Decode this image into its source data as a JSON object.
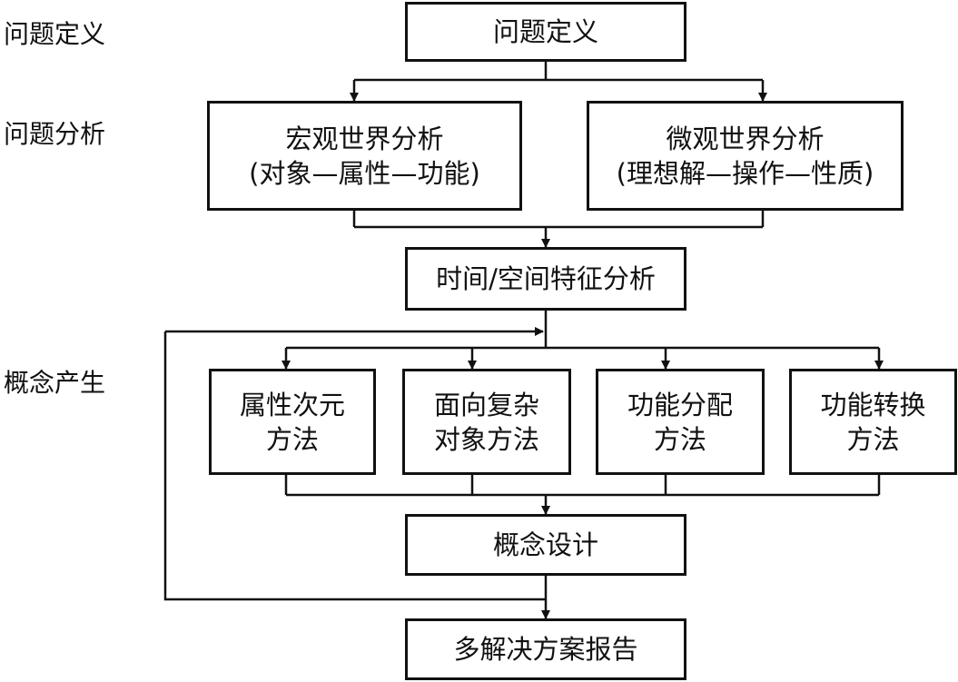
{
  "stages": {
    "definition": "问题定义",
    "analysis": "问题分析",
    "generation": "概念产生"
  },
  "boxes": {
    "problem_definition": "问题定义",
    "macro_analysis": {
      "line1": "宏观世界分析",
      "line2": "(对象—属性—功能)"
    },
    "micro_analysis": {
      "line1": "微观世界分析",
      "line2": "(理想解—操作—性质)"
    },
    "time_space_analysis": "时间/空间特征分析",
    "method_attribute": {
      "line1": "属性次元",
      "line2": "方法"
    },
    "method_complex_object": {
      "line1": "面向复杂",
      "line2": "对象方法"
    },
    "method_function_allocation": {
      "line1": "功能分配",
      "line2": "方法"
    },
    "method_function_conversion": {
      "line1": "功能转换",
      "line2": "方法"
    },
    "concept_design": "概念设计",
    "multi_solution_report": "多解决方案报告"
  }
}
